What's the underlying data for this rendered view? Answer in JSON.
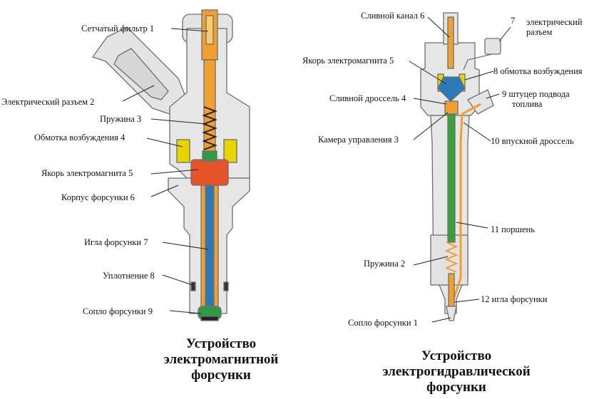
{
  "left_diagram": {
    "labels": {
      "l1": "Сетчатый фильтр 1",
      "l2": "Электрический разъем 2",
      "l3": "Пружина 3",
      "l4": "Обмотка возбуждения 4",
      "l5": "Якорь электромагнита 5",
      "l6": "Корпус форсунки 6",
      "l7": "Игла форсунки 7",
      "l8": "Уплотнение 8",
      "l9": "Сопло форсунки 9"
    },
    "caption": [
      "Устройство",
      "электромагнитной",
      "форсунки"
    ]
  },
  "right_diagram": {
    "labels": {
      "r6": "Сливной канал 6",
      "r7a": "7",
      "r7b": "электрический",
      "r7c": "разъем",
      "r5": "Якорь электромагнита 5",
      "r8": "8  обмотка возбуждения",
      "r4": "Сливной дроссель 4",
      "r9a": "9 штуцер подвода",
      "r9b": "топлива",
      "r3": "Камера управления 3",
      "r10": "10 впускной дроссель",
      "r11": "11 поршень",
      "r2": "Пружина 2",
      "r12": "12 игла форсунки",
      "r1": "Сопло форсунки 1"
    },
    "caption": [
      "Устройство",
      "электрогидравлической",
      "форсунки"
    ]
  },
  "colors": {
    "body": "#e6e6e6",
    "outline": "#6f6f6f",
    "fuel": "#f0a030",
    "needle": "#2e78b8",
    "armature": "#e8542a",
    "coil": "#e8d400",
    "nozzle": "#2e9a48",
    "piston": "#3aa03a"
  }
}
